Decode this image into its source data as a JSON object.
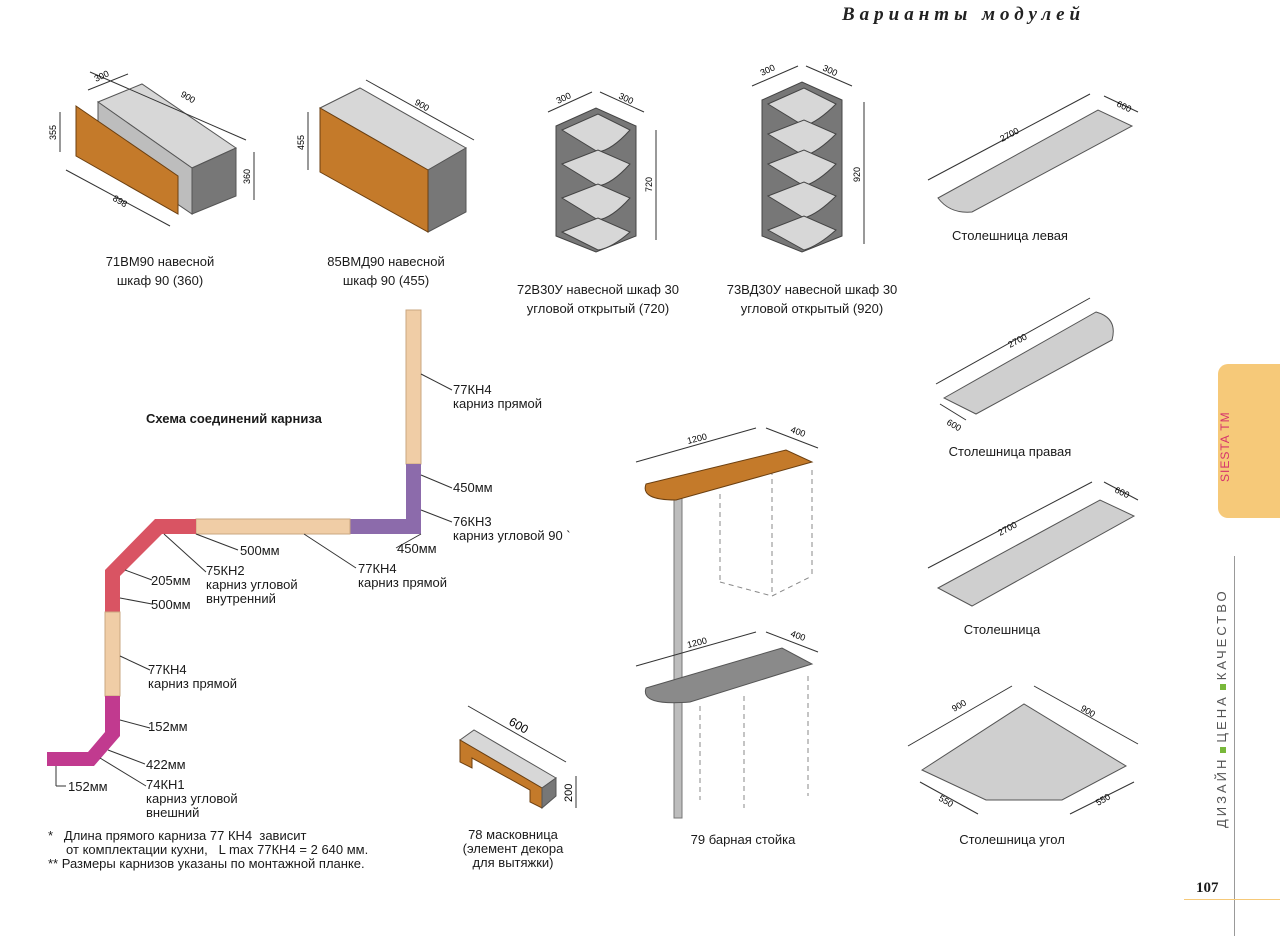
{
  "header": {
    "title": "Варианты модулей"
  },
  "modules": [
    {
      "caption": "71ВМ90 навесной\nшкаф 90 (360)",
      "dims": [
        "300",
        "900",
        "355",
        "360",
        "898"
      ]
    },
    {
      "caption": "85ВМД90 навесной\nшкаф 90 (455)",
      "dims": [
        "900",
        "455"
      ]
    },
    {
      "caption": "72В30У навесной шкаф 30\nугловой открытый (720)",
      "dims": [
        "300",
        "300",
        "720"
      ]
    },
    {
      "caption": "73ВД30У навесной шкаф 30\nугловой открытый (920)",
      "dims": [
        "300",
        "300",
        "920"
      ]
    }
  ],
  "countertops": [
    {
      "caption": "Столешница левая",
      "dims": [
        "2700",
        "600"
      ]
    },
    {
      "caption": "Столешница правая",
      "dims": [
        "2700",
        "600"
      ]
    },
    {
      "caption": "Столешница",
      "dims": [
        "2700",
        "600"
      ]
    },
    {
      "caption": "Столешница угол",
      "dims": [
        "900",
        "900",
        "550",
        "550"
      ]
    }
  ],
  "schema": {
    "title": "Схема соединений карниза",
    "labels": [
      {
        "text": "77КН4\nкарниз прямой"
      },
      {
        "text": "450мм"
      },
      {
        "text": "76КН3\nкарниз угловой 90 `"
      },
      {
        "text": "450мм"
      },
      {
        "text": "500мм"
      },
      {
        "text": "77КН4\nкарниз прямой"
      },
      {
        "text": "75КН2\nкарниз угловой\nвнутренний"
      },
      {
        "text": "205мм"
      },
      {
        "text": "500мм"
      },
      {
        "text": "77КН4\nкарниз прямой"
      },
      {
        "text": "152мм"
      },
      {
        "text": "422мм"
      },
      {
        "text": "74КН1\nкарниз угловой\nвнешний"
      },
      {
        "text": "152мм"
      }
    ],
    "colors": {
      "straight": "#f0cda6",
      "corner90": "#8c6bab",
      "inner": "#d95463",
      "outer": "#c13a8f"
    }
  },
  "mask": {
    "caption": "78 масковница\n(элемент декора\nдля вытяжки)",
    "dims": [
      "600",
      "200"
    ]
  },
  "bar": {
    "caption": "79 барная стойка",
    "dims": [
      "1200",
      "400",
      "1200",
      "400"
    ]
  },
  "notes": [
    "*   Длина прямого карниза 77 КН4  зависит",
    "     от комплектации кухни,   L max 77КН4 = 2 640 мм.",
    "** Размеры карнизов указаны по монтажной планке."
  ],
  "sidebar": {
    "brand": "SIESTA TM",
    "tagline_parts": [
      "ДИЗАЙН",
      "ЦЕНА",
      "КАЧЕСТВО"
    ],
    "accent": "#f6c979",
    "brand_color": "#d6336c"
  },
  "page_number": "107"
}
